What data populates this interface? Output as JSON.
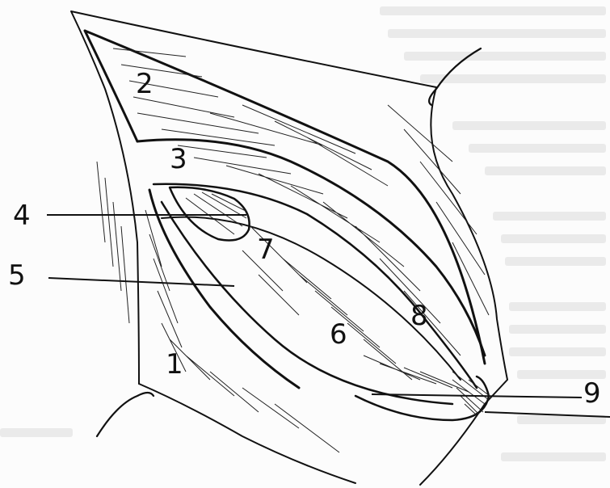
{
  "labels": {
    "l1": "1",
    "l2": "2",
    "l3": "3",
    "l4": "4",
    "l5": "5",
    "l6": "6",
    "l7": "7",
    "l8": "8",
    "l9": "9"
  },
  "colors": {
    "ink": "#111111",
    "paper": "#fcfcfc",
    "ghost_text": "#c9c9c9"
  }
}
